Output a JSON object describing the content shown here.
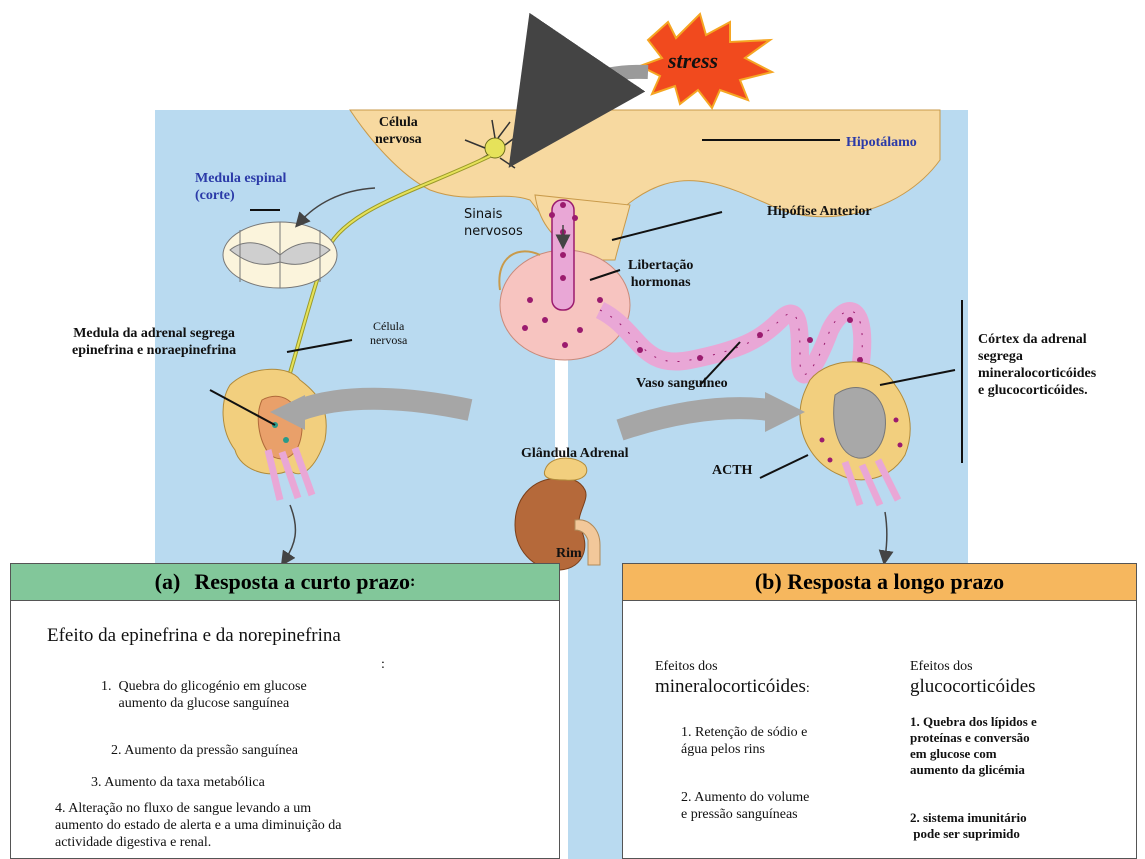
{
  "stress": "stress",
  "top": {
    "celula_nervosa": "Célula\nnervosa",
    "hipotalamo": "Hipotálamo",
    "medula_espinal": "Medula espinal\n(corte)",
    "sinais_nervosos": "Sinais\nnervosos",
    "hipofise": "Hipófise Anterior",
    "libertacao": "Libertação\nhormonas",
    "medula_adrenal": "Medula da adrenal segrega\nepinefrina e noraepinefrina",
    "celula_nervosa2": "Célula\nnervosa",
    "vaso": "Vaso sanguíneo",
    "cortex": "Córtex da adrenal\nsegrega\nmineralocorticóides\ne glucocorticóides.",
    "glandula": "Glândula Adrenal",
    "acth": "ACTH",
    "rim": "Rim"
  },
  "short_term": {
    "header_letter": "(a)",
    "header": "Resposta a curto prazo",
    "header_colon": ":",
    "title": "Efeito da epinefrina e da norepinefrina",
    "stray_colon": ":",
    "items": [
      "1.  Quebra do glicogénio em glucose\n     aumento da glucose sanguínea",
      "2. Aumento da pressão sanguínea",
      "3. Aumento da taxa metabólica",
      "4. Alteração no fluxo de sangue levando a um\naumento do estado de alerta e a uma diminuição da\nactividade digestiva e renal."
    ]
  },
  "long_term": {
    "header": "(b) Resposta a longo prazo",
    "mineral_pre": "Efeitos dos",
    "mineral_title": "mineralocorticóides",
    "mineral_colon": ":",
    "mineral_items": [
      "1. Retenção de sódio e\nágua pelos rins",
      "2. Aumento do volume\ne pressão sanguíneas"
    ],
    "gluco_pre": "Efeitos dos",
    "gluco_title": "glucocorticóides",
    "gluco_items": [
      "1. Quebra dos lípidos e\nproteínas e conversão\nem glucose com\naumento da glicémia",
      "2. sistema imunitário\n pode ser suprimido"
    ]
  },
  "colors": {
    "panel_bg": "#b9daf0",
    "short_header": "#82c79a",
    "long_header": "#f6b75e",
    "brain": "#f7d9a0",
    "gland": "#f2cf7e",
    "vessel_pink": "#e9a7d6",
    "dot": "#9b1b6e",
    "kidney": "#b5693a"
  }
}
